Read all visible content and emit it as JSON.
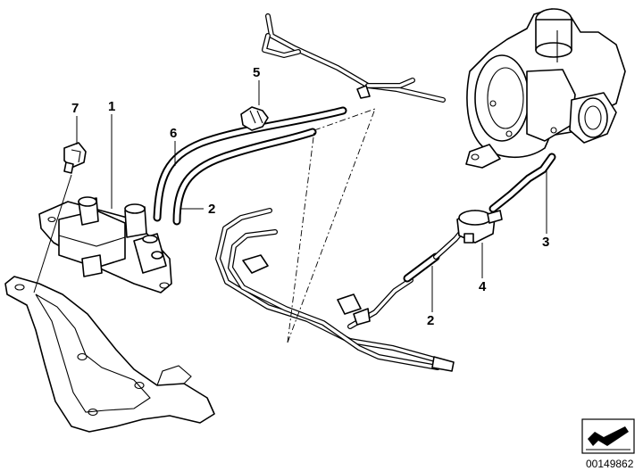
{
  "callouts": {
    "c1": "1",
    "c2a": "2",
    "c2b": "2",
    "c3": "3",
    "c4": "4",
    "c5": "5",
    "c6": "6",
    "c7": "7"
  },
  "drawing_number": "00149862",
  "icons": {
    "corner_symbol": "bmw-catalog-arrow-icon"
  }
}
